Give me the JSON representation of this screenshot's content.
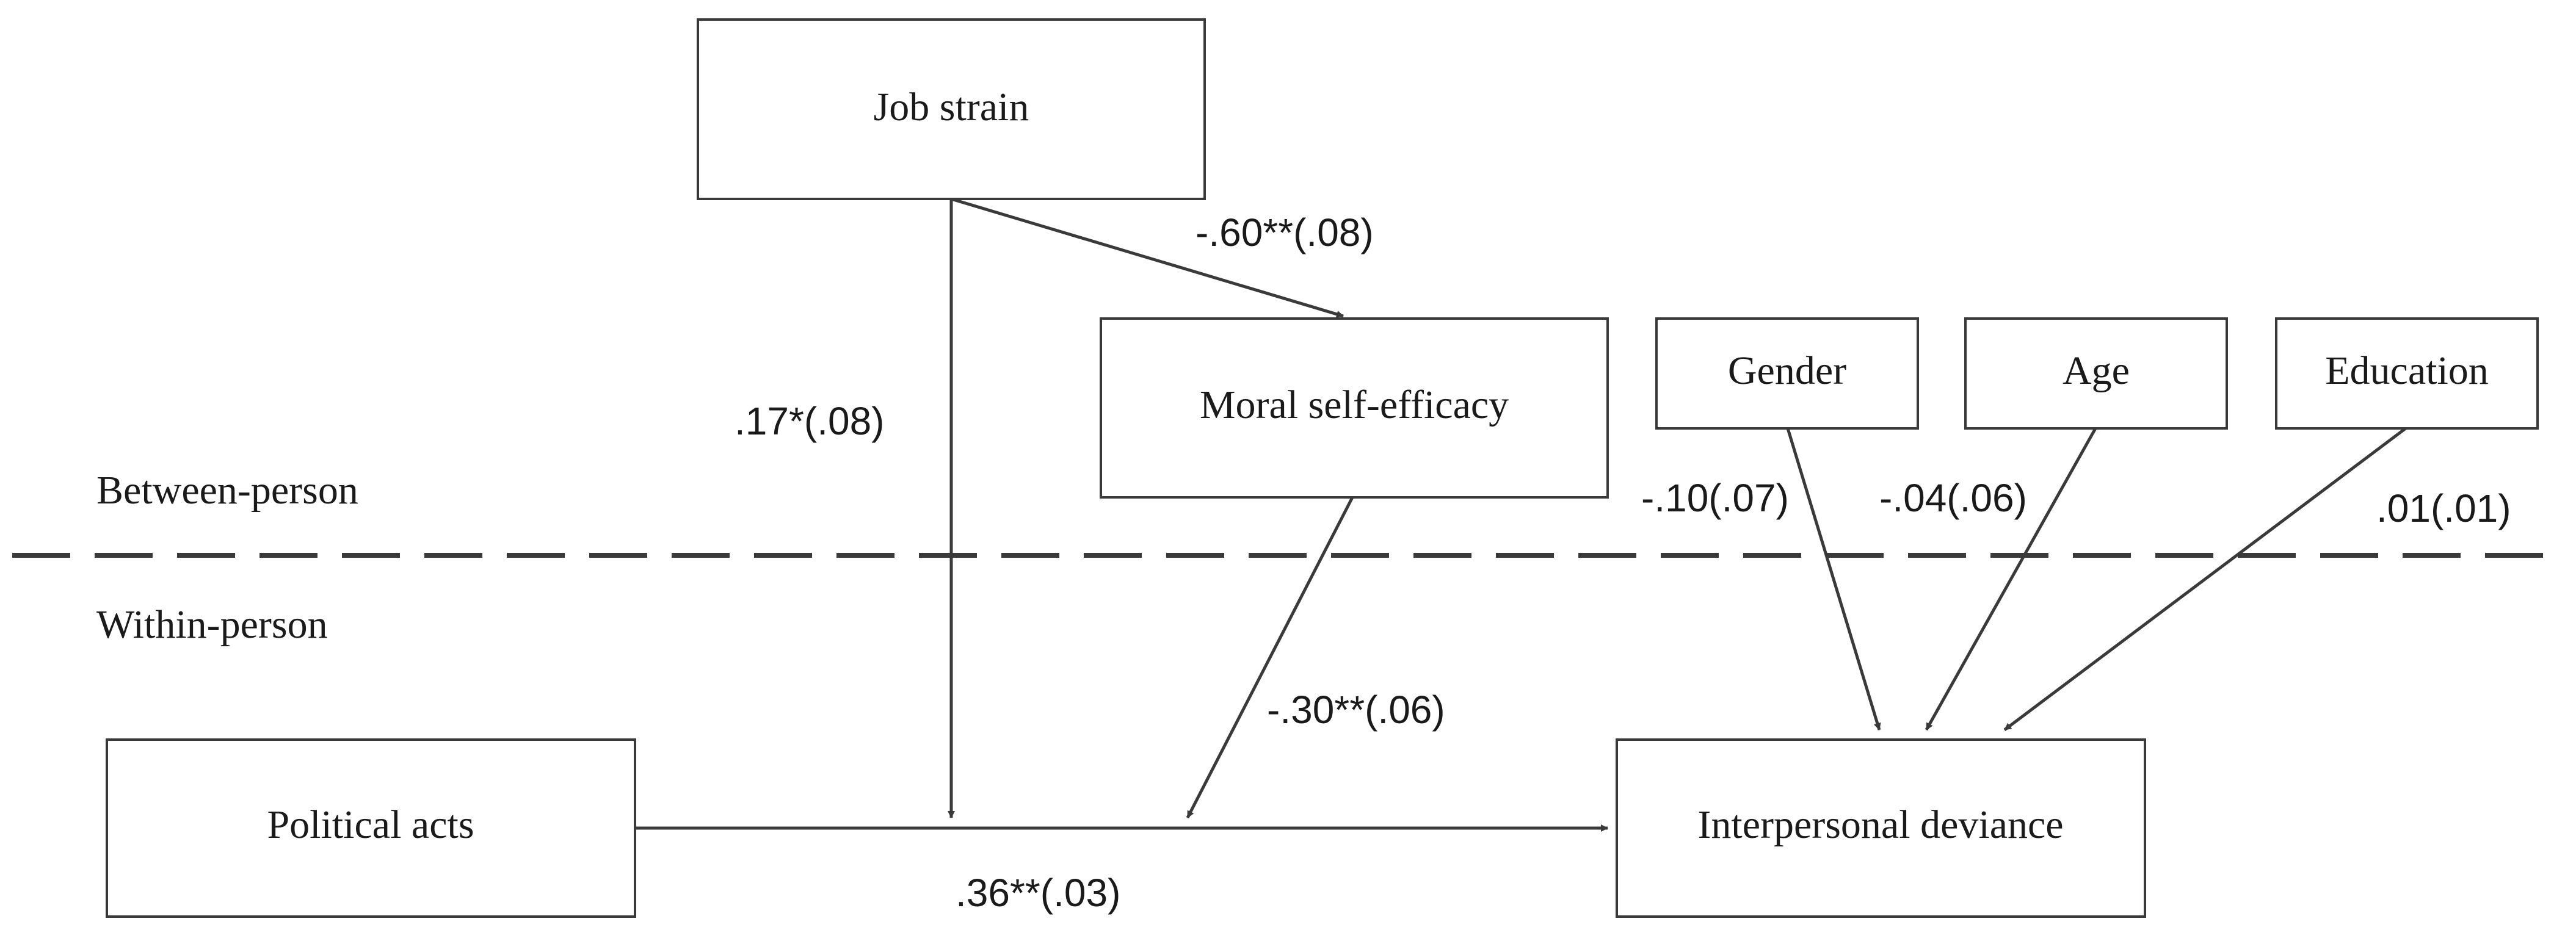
{
  "nodes": {
    "job_strain": "Job strain",
    "moral_self_efficacy": "Moral self-efficacy",
    "gender": "Gender",
    "age": "Age",
    "education": "Education",
    "political_acts": "Political acts",
    "interpersonal_deviance": "Interpersonal deviance"
  },
  "levels": {
    "between": "Between-person",
    "within": "Within-person"
  },
  "coefficients": {
    "job_strain_to_moral": "-.60**(.08)",
    "job_strain_moderation": ".17*(.08)",
    "moral_moderation": "-.30**(.06)",
    "gender_to_deviance": "-.10(.07)",
    "age_to_deviance": "-.04(.06)",
    "education_to_deviance": ".01(.01)",
    "political_to_deviance": ".36**(.03)"
  },
  "colors": {
    "line": "#3a3a3a",
    "text": "#1a1a1a",
    "background": "#ffffff"
  }
}
